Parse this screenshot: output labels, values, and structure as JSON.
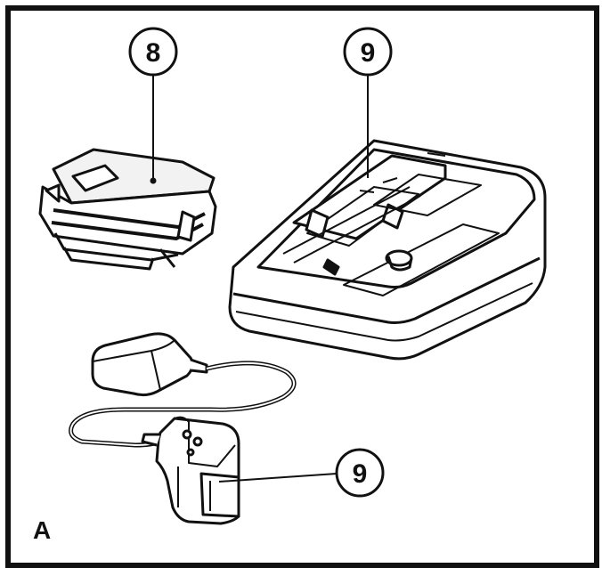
{
  "figure": {
    "label": "A"
  },
  "callouts": {
    "battery": "8",
    "charger": "9",
    "adapter": "9"
  },
  "colors": {
    "ink": "#111111",
    "paper": "#ffffff",
    "shade": "#e8e8e8"
  }
}
